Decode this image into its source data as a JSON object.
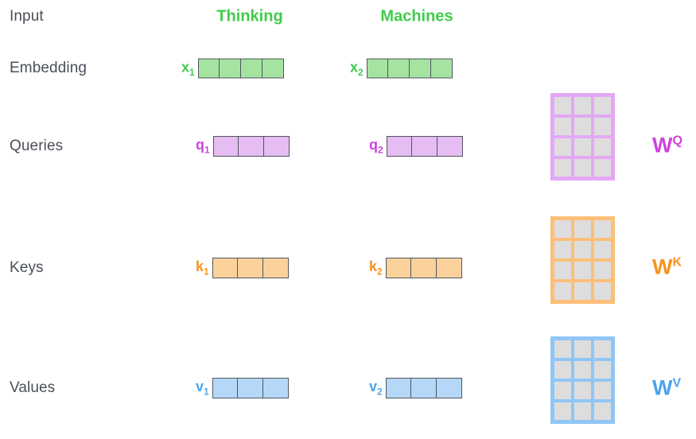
{
  "diagram": {
    "title_row_label": "Input",
    "colors": {
      "text_gray": "#4a4f58",
      "green": "#3fcc4a",
      "green_fill": "#a5e3a1",
      "purple": "#cc44dd",
      "purple_fill": "#e6bdf3",
      "purple_border": "#e4a8f5",
      "orange": "#f7921e",
      "orange_fill": "#fcd29c",
      "orange_border": "#fbbf78",
      "blue": "#4da3ec",
      "blue_fill": "#b5d8f8",
      "blue_border": "#8fc6f5",
      "matrix_cell": "#dddddd",
      "cell_border": "#4f555e",
      "background": "#ffffff"
    },
    "row_labels": [
      {
        "id": "input",
        "text": "Input"
      },
      {
        "id": "embedding",
        "text": "Embedding"
      },
      {
        "id": "queries",
        "text": "Queries"
      },
      {
        "id": "keys",
        "text": "Keys"
      },
      {
        "id": "values",
        "text": "Values"
      }
    ],
    "input_words": [
      {
        "id": "word-1",
        "text": "Thinking"
      },
      {
        "id": "word-2",
        "text": "Machines"
      }
    ],
    "vectors": {
      "embedding": [
        {
          "name": "x",
          "subscript": "1",
          "cells": 4
        },
        {
          "name": "x",
          "subscript": "2",
          "cells": 4
        }
      ],
      "queries": [
        {
          "name": "q",
          "subscript": "1",
          "cells": 3
        },
        {
          "name": "q",
          "subscript": "2",
          "cells": 3
        }
      ],
      "keys": [
        {
          "name": "k",
          "subscript": "1",
          "cells": 3
        },
        {
          "name": "k",
          "subscript": "2",
          "cells": 3
        }
      ],
      "values": [
        {
          "name": "v",
          "subscript": "1",
          "cells": 3
        },
        {
          "name": "v",
          "subscript": "2",
          "cells": 3
        }
      ]
    },
    "weight_matrices": [
      {
        "id": "wq",
        "base": "W",
        "superscript": "Q",
        "rows": 4,
        "cols": 3
      },
      {
        "id": "wk",
        "base": "W",
        "superscript": "K",
        "rows": 4,
        "cols": 3
      },
      {
        "id": "wv",
        "base": "W",
        "superscript": "V",
        "rows": 4,
        "cols": 3
      }
    ]
  }
}
